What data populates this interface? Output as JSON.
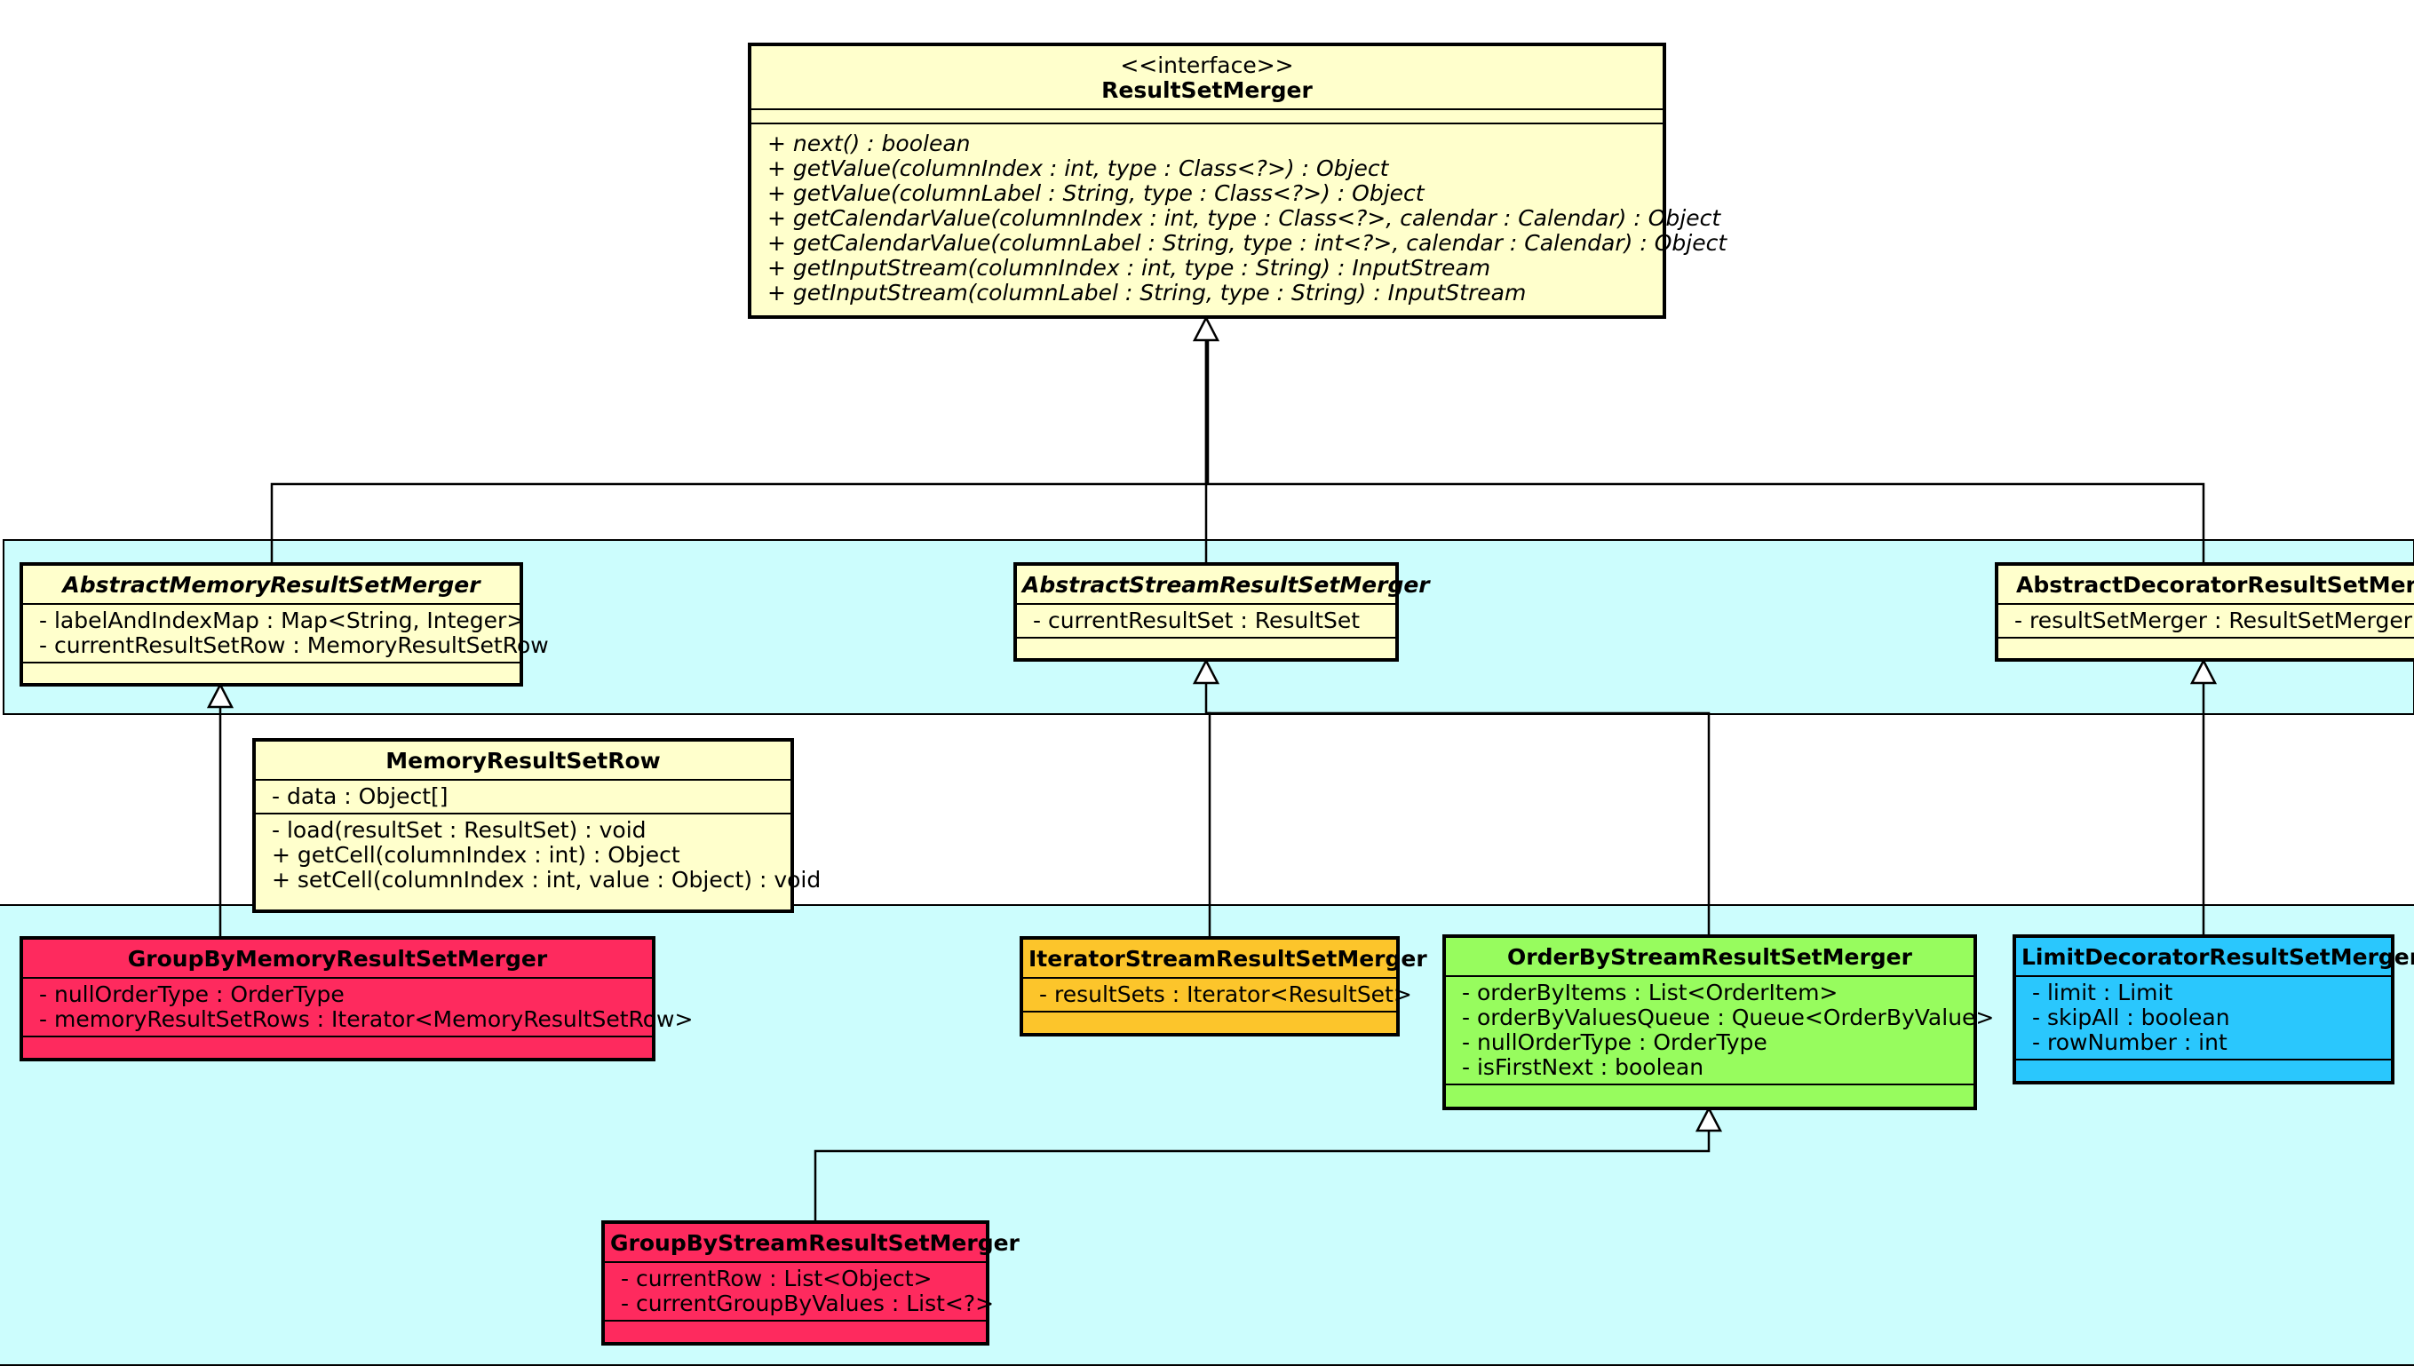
{
  "colors": {
    "package_fill": "#ccfdfd",
    "default_class": "#ffffcc",
    "memory_merger": "#fe2a5e",
    "iterator_merger": "#fcc52b",
    "orderby_merger": "#97fc5e",
    "decorator_merger": "#2ac7fd"
  },
  "classes": {
    "result_set_merger": {
      "stereotype": "<<interface>>",
      "name": "ResultSetMerger",
      "methods": [
        "+ next() : boolean",
        "+ getValue(columnIndex : int, type : Class<?>) : Object",
        "+ getValue(columnLabel : String, type : Class<?>) : Object",
        "+ getCalendarValue(columnIndex : int, type : Class<?>, calendar : Calendar) : Object",
        "+ getCalendarValue(columnLabel : String, type : int<?>, calendar : Calendar) : Object",
        "+ getInputStream(columnIndex : int, type : String) : InputStream",
        "+ getInputStream(columnLabel : String, type : String) : InputStream"
      ]
    },
    "abstract_memory": {
      "name": "AbstractMemoryResultSetMerger",
      "attributes": [
        "- labelAndIndexMap : Map<String, Integer>",
        "- currentResultSetRow : MemoryResultSetRow"
      ]
    },
    "abstract_stream": {
      "name": "AbstractStreamResultSetMerger",
      "attributes": [
        "- currentResultSet : ResultSet"
      ]
    },
    "abstract_decorator": {
      "name": "AbstractDecoratorResultSetMerger",
      "attributes": [
        "- resultSetMerger : ResultSetMerger"
      ]
    },
    "memory_row": {
      "name": "MemoryResultSetRow",
      "attributes": [
        "- data : Object[]"
      ],
      "methods": [
        "- load(resultSet : ResultSet) : void",
        "+ getCell(columnIndex : int) : Object",
        "+ setCell(columnIndex : int, value : Object) : void"
      ]
    },
    "groupby_memory": {
      "name": "GroupByMemoryResultSetMerger",
      "attributes": [
        "- nullOrderType : OrderType",
        "- memoryResultSetRows : Iterator<MemoryResultSetRow>"
      ]
    },
    "iterator_stream": {
      "name": "IteratorStreamResultSetMerger",
      "attributes": [
        "- resultSets : Iterator<ResultSet>"
      ]
    },
    "orderby_stream": {
      "name": "OrderByStreamResultSetMerger",
      "attributes": [
        "- orderByItems : List<OrderItem>",
        "- orderByValuesQueue : Queue<OrderByValue>",
        "- nullOrderType : OrderType",
        "- isFirstNext : boolean"
      ]
    },
    "limit_decorator": {
      "name": "LimitDecoratorResultSetMerger",
      "attributes": [
        "- limit : Limit",
        "- skipAll : boolean",
        "- rowNumber : int"
      ]
    },
    "groupby_stream": {
      "name": "GroupByStreamResultSetMerger",
      "attributes": [
        "- currentRow : List<Object>",
        "- currentGroupByValues : List<?>"
      ]
    }
  }
}
